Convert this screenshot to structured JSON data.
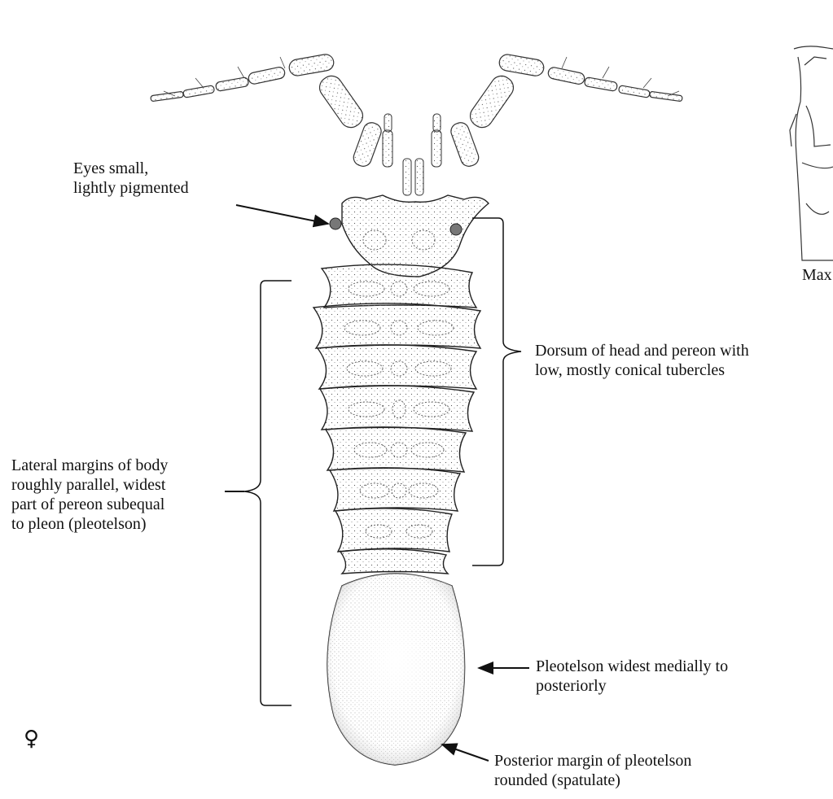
{
  "labels": {
    "eyes": [
      "Eyes small,",
      "lightly pigmented"
    ],
    "dorsum": [
      "Dorsum of head and pereon with",
      "low, mostly conical tubercles"
    ],
    "lateral": [
      "Lateral margins of body",
      "roughly parallel, widest",
      "part of pereon subequal",
      "to pleon (pleotelson)"
    ],
    "pleotelson_widest": [
      "Pleotelson widest medially to",
      "posteriorly"
    ],
    "posterior_margin": [
      "Posterior margin of pleotelson",
      "rounded (spatulate)"
    ],
    "inset_caption": "Max"
  },
  "female_symbol": "♀"
}
